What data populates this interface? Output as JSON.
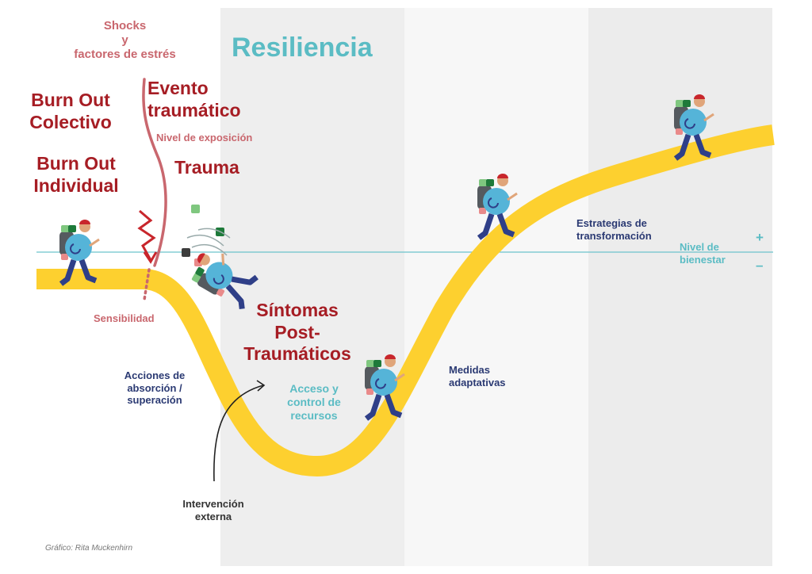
{
  "title": "Resiliencia",
  "labels": {
    "shocks": "Shocks\ny\nfactores de estrés",
    "burnout_colectivo": "Burn Out\nColectivo",
    "burnout_individual": "Burn Out\nIndividual",
    "evento": "Evento\ntraumático",
    "nivel_exposicion": "Nivel de exposición",
    "trauma": "Trauma",
    "sensibilidad": "Sensibilidad",
    "sintomas": "Síntomas\nPost-\nTraumáticos",
    "acciones": "Acciones  de\nabsorción /\nsuperación",
    "acceso": "Acceso y\ncontrol de\nrecursos",
    "intervencion": "Intervención\nexterna",
    "medidas": "Medidas\nadaptativas",
    "estrategias": "Estrategias de\ntransformación",
    "nivel_bienestar": "Nivel de\nbienestar",
    "plus": "+",
    "minus": "–",
    "credit": "Gráfico: Rita Muckenhirn"
  },
  "colors": {
    "road": "#fdd02f",
    "baseline": "#6cc3cc",
    "title": "#5bbcc4",
    "red": "#a61d24",
    "pink": "#c9676e",
    "navy": "#2b3a73",
    "hiker_body": "#55b4d8",
    "hiker_pack": "#555a5f",
    "hiker_legs": "#2f3f88",
    "panel": "#f1f1f1"
  },
  "icons": [
    "hiker-icon",
    "lightning-icon",
    "falling-box-icon",
    "arrow-curve-icon"
  ]
}
